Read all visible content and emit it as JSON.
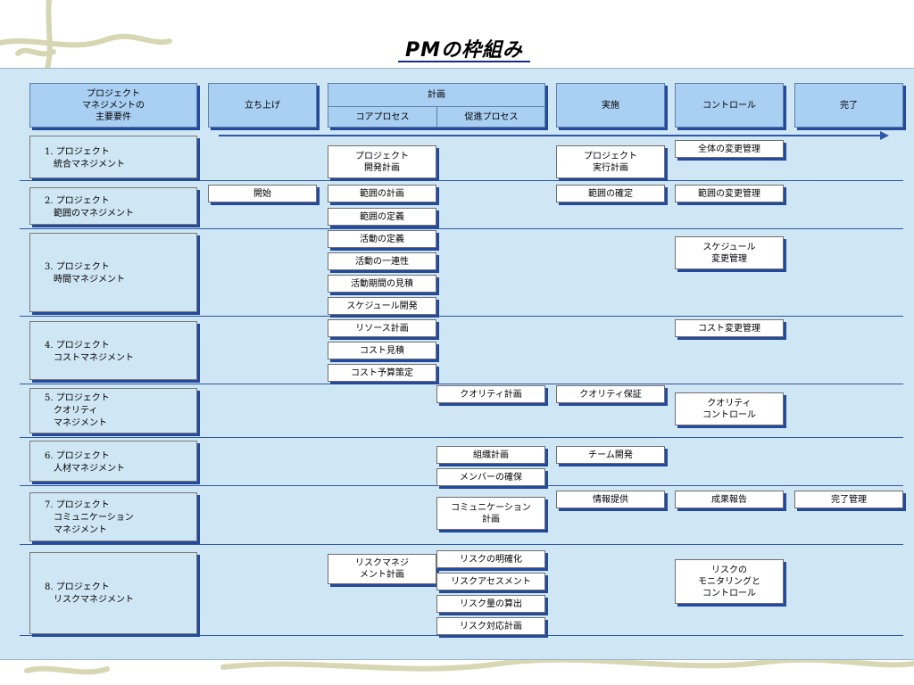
{
  "title": "PMの枠組み",
  "header": {
    "areas_label": "プロジェクト\nマネジメントの\n主要要件",
    "initiate": "立ち上げ",
    "plan": "計画",
    "core_process": "コアプロセス",
    "facilitating_process": "促進プロセス",
    "execute": "実施",
    "control": "コントロール",
    "close": "完了"
  },
  "areas": [
    {
      "label": "1. プロジェクト\n　統合マネジメント"
    },
    {
      "label": "2. プロジェクト\n　範囲のマネジメント"
    },
    {
      "label": "3. プロジェクト\n　時間マネジメント"
    },
    {
      "label": "4. プロジェクト\n　コストマネジメント"
    },
    {
      "label": "5. プロジェクト\n　クオリティ\n　マネジメント"
    },
    {
      "label": "6. プロジェクト\n　人材マネジメント"
    },
    {
      "label": "7. プロジェクト\n　コミュニケーション\n　マネジメント"
    },
    {
      "label": "8. プロジェクト\n　リスクマネジメント"
    }
  ],
  "processes": {
    "integration": {
      "plan_dev": "プロジェクト\n開発計画",
      "plan_exec": "プロジェクト\n実行計画",
      "overall_change": "全体の変更管理"
    },
    "scope": {
      "initiation": "開始",
      "scope_planning": "範囲の計画",
      "scope_definition": "範囲の定義",
      "scope_verification": "範囲の確定",
      "scope_change": "範囲の変更管理"
    },
    "time": {
      "activity_definition": "活動の定義",
      "activity_sequencing": "活動の一連性",
      "duration_estimating": "活動期間の見積",
      "schedule_development": "スケジュール開発",
      "schedule_control": "スケジュール\n変更管理"
    },
    "cost": {
      "resource_planning": "リソース計画",
      "cost_estimating": "コスト見積",
      "cost_budgeting": "コスト予算策定",
      "cost_control": "コスト変更管理"
    },
    "quality": {
      "quality_planning": "クオリティ計画",
      "quality_assurance": "クオリティ保証",
      "quality_control": "クオリティ\nコントロール"
    },
    "hr": {
      "org_planning": "組織計画",
      "staff_acquisition": "メンバーの確保",
      "team_development": "チーム開発"
    },
    "communication": {
      "comm_planning": "コミュニケーション\n計画",
      "info_distribution": "情報提供",
      "performance_reporting": "成果報告",
      "admin_closure": "完了管理"
    },
    "risk": {
      "risk_mgmt_planning": "リスクマネジ\nメント計画",
      "risk_identification": "リスクの明確化",
      "risk_assessment": "リスクアセスメント",
      "risk_quantification": "リスク量の算出",
      "risk_response": "リスク対応計画",
      "risk_monitoring": "リスクの\nモニタリングと\nコントロール"
    }
  },
  "colors": {
    "panel_bg": "#cfe6f4",
    "header_fill": "#a9cff2",
    "shadow_blue": "#234a9c",
    "line_blue": "#2f57a8"
  }
}
